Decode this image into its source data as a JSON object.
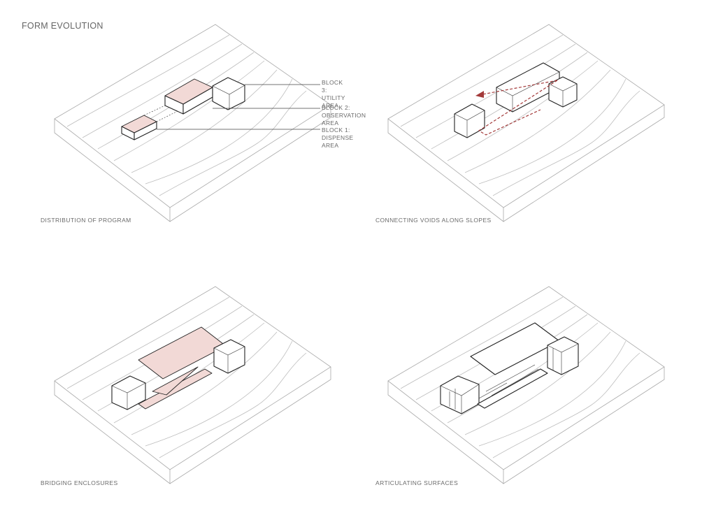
{
  "title": "FORM EVOLUTION",
  "panels": [
    {
      "caption": "DISTRIBUTION OF PROGRAM",
      "labels": [
        {
          "line1": "BLOCK 3:",
          "line2": "UTILITY AREA"
        },
        {
          "line1": "BLOCK 2:",
          "line2": "OBSERVATION AREA"
        },
        {
          "line1": "BLOCK 1:",
          "line2": "DISPENSE AREA"
        }
      ]
    },
    {
      "caption": "CONNECTING VOIDS ALONG SLOPES"
    },
    {
      "caption": "BRIDGING ENCLOSURES"
    },
    {
      "caption": "ARTICULATING SURFACES"
    }
  ],
  "colors": {
    "highlight": "#f2d9d6",
    "arrow": "#a33a3a",
    "terrain": "#bdbdbd"
  }
}
